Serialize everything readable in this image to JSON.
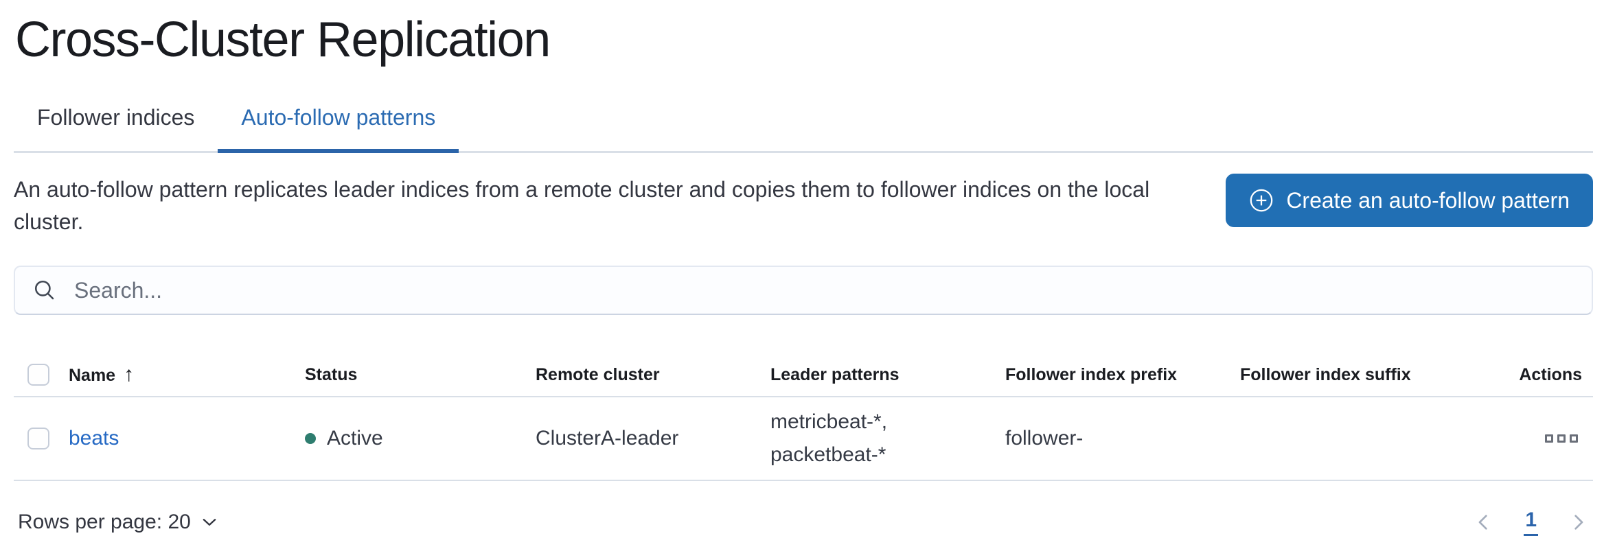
{
  "page": {
    "title": "Cross-Cluster Replication"
  },
  "tabs": [
    {
      "label": "Follower indices",
      "active": false
    },
    {
      "label": "Auto-follow patterns",
      "active": true
    }
  ],
  "intro": {
    "description": "An auto-follow pattern replicates leader indices from a remote cluster and copies them to follower indices on the local cluster.",
    "create_button": {
      "label": "Create an auto-follow pattern",
      "icon": "plus-in-circle-icon"
    }
  },
  "search": {
    "placeholder": "Search...",
    "icon": "search-icon"
  },
  "table": {
    "columns": [
      "Name",
      "Status",
      "Remote cluster",
      "Leader patterns",
      "Follower index prefix",
      "Follower index suffix",
      "Actions"
    ],
    "sort": {
      "column": "Name",
      "direction": "ascending",
      "glyph": "↑"
    },
    "select_all_checked": false,
    "rows": [
      {
        "selected": false,
        "name": "beats",
        "status": "Active",
        "status_color": "#2e7d6f",
        "remote_cluster": "ClusterA-leader",
        "leader_patterns_line1": "metricbeat-*,",
        "leader_patterns_line2": "packetbeat-*",
        "follower_index_prefix": "follower-",
        "follower_index_suffix": "",
        "actions_icon": "boxes-horizontal-icon"
      }
    ]
  },
  "footer": {
    "rows_per_page": {
      "label": "Rows per page: 20",
      "icon": "chevron-down-icon"
    },
    "pagination": {
      "previous_icon": "chevron-left-icon",
      "page": "1",
      "next_icon": "chevron-right-icon"
    }
  },
  "colors": {
    "accent_blue": "#216fb4",
    "link_blue": "#2569c4",
    "active_tab_blue": "#2b6bb2",
    "status_active_green": "#2e7d6f",
    "border_gray": "#d9dfe7"
  }
}
